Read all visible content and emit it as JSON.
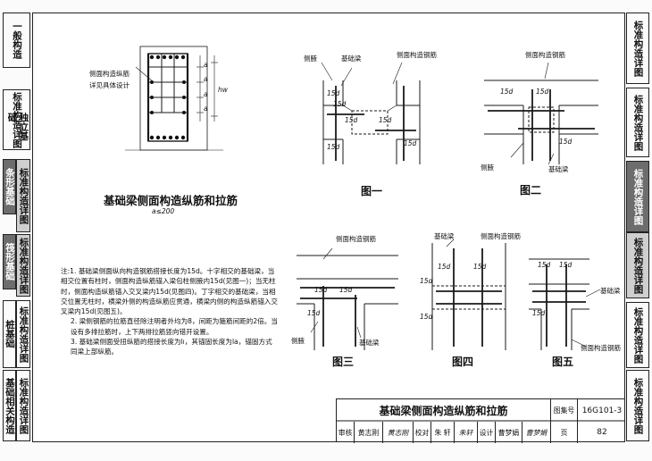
{
  "left_tabs": [
    {
      "text": "一般构造",
      "style": "light"
    },
    {
      "text": "标准构造详图",
      "style": "light"
    },
    {
      "text": "独立基础",
      "style": "light"
    },
    {
      "text": "条形基础",
      "style": "dark"
    },
    {
      "text": "标准构造详图",
      "style": "grey"
    },
    {
      "text": "筏形基础",
      "style": "dark"
    },
    {
      "text": "标准构造详图",
      "style": "grey"
    },
    {
      "text": "桩基础",
      "style": "light"
    },
    {
      "text": "标准构造详图",
      "style": "light"
    },
    {
      "text": "基础相关构造",
      "style": "light"
    },
    {
      "text": "标准构造详图",
      "style": "light"
    }
  ],
  "right_tabs": [
    {
      "text": "标准构造详图",
      "style": "light"
    },
    {
      "text": "标准构造详图",
      "style": "light"
    },
    {
      "text": "标准构造详图",
      "style": "dark"
    },
    {
      "text": "标准构造详图",
      "style": "grey"
    },
    {
      "text": "标准构造详图",
      "style": "light"
    },
    {
      "text": "标准构造详图",
      "style": "light"
    }
  ],
  "section": {
    "side_note_line1": "侧面构造纵筋",
    "side_note_line2": "详见具体设计",
    "dim_a": "a",
    "dim_hw": "hw",
    "title": "基础梁侧面构造纵筋和拉筋",
    "subtitle": "a≤200"
  },
  "labels": {
    "side_web": "侧腋",
    "foundation_beam": "基础梁",
    "side_bar": "侧面构造钢筋",
    "lap_15d": "15d"
  },
  "figures": {
    "fig1": "图一",
    "fig2": "图二",
    "fig3": "图三",
    "fig4": "图四",
    "fig5": "图五"
  },
  "notes": {
    "prefix": "注:",
    "items": [
      "1. 基础梁侧面纵向构造钢筋搭接长度为15d。十字相交的基础梁，当相交位置有柱时，侧面构造纵筋锚入梁包柱侧腋内15d(见图一)；当无柱时，侧面构造纵筋锚入交叉梁内15d(见图四)。丁字相交的基础梁，当相交位置无柱时，横梁外侧的构造纵筋应贯通，横梁内侧的构造纵筋锚入交叉梁内15d(见图五)。",
      "2. 梁侧钢筋的拉筋直径除注明者外均为8，间距为箍筋间距的2倍。当设有多排拉筋时，上下两排拉筋竖向错开设置。",
      "3. 基础梁侧面受扭纵筋的搭接长度为lı，其锚固长度为la，锚固方式同梁上部纵筋。"
    ]
  },
  "title_block": {
    "drawing_title": "基础梁侧面构造纵筋和拉筋",
    "atlas_label": "图集号",
    "atlas_no": "16G101-3",
    "review_label": "审核",
    "reviewer": "黄志刚",
    "review_sign": "黄志刚",
    "check_label": "校对",
    "checker": "朱  轩",
    "check_sign": "朱轩",
    "design_label": "设计",
    "designer": "曹梦娟",
    "design_sign": "曹梦娟",
    "page_label": "页",
    "page_no": "82"
  },
  "colors": {
    "line": "#1a1a1a",
    "dark_tab": "#6d6d6d",
    "grey_tab": "#cfcfcf"
  }
}
